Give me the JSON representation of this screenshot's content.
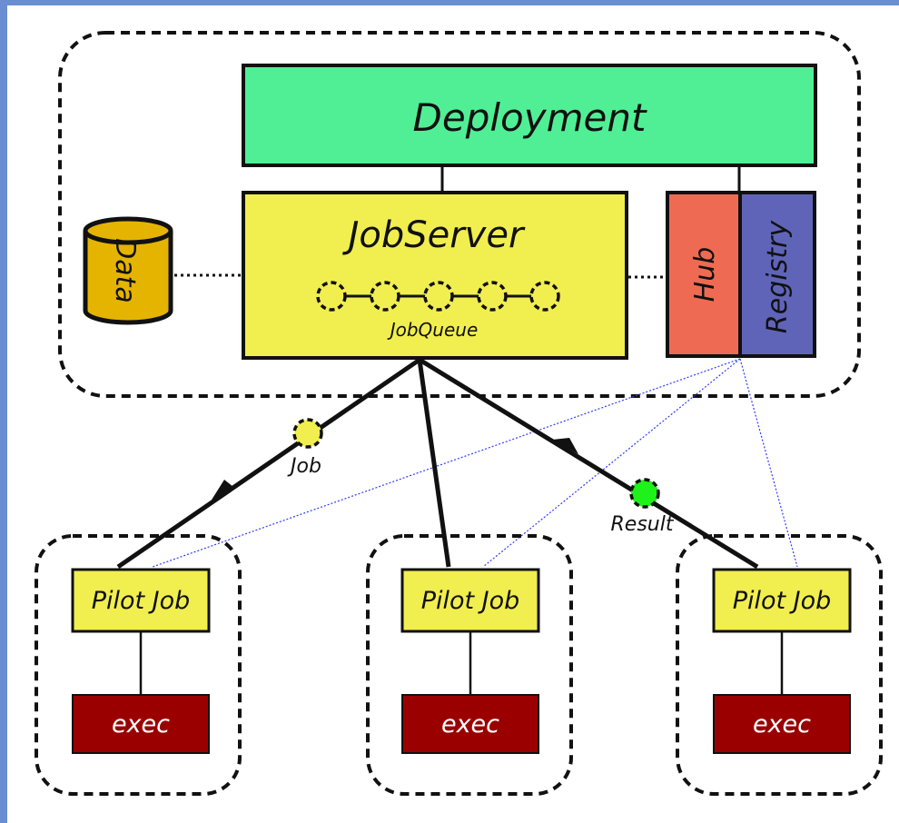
{
  "deployment": {
    "label": "Deployment",
    "color": "#50ef96"
  },
  "jobserver": {
    "label": "JobServer",
    "queue_label": "JobQueue",
    "color": "#f1ee4f"
  },
  "data_store": {
    "label": "Data",
    "color": "#e5b400"
  },
  "hub": {
    "label": "Hub",
    "color": "#ef6a52"
  },
  "registry": {
    "label": "Registry",
    "color": "#6064b8"
  },
  "messages": {
    "job": "Job",
    "result": "Result",
    "job_color": "#f1ee4f",
    "result_color": "#1ef21a"
  },
  "pilots": [
    {
      "label": "Pilot Job",
      "exec_label": "exec"
    },
    {
      "label": "Pilot Job",
      "exec_label": "exec"
    },
    {
      "label": "Pilot Job",
      "exec_label": "exec"
    }
  ],
  "colors": {
    "frame_left": "#6a8ed1",
    "exec": "#9b0000",
    "link": "#2f3dff"
  }
}
